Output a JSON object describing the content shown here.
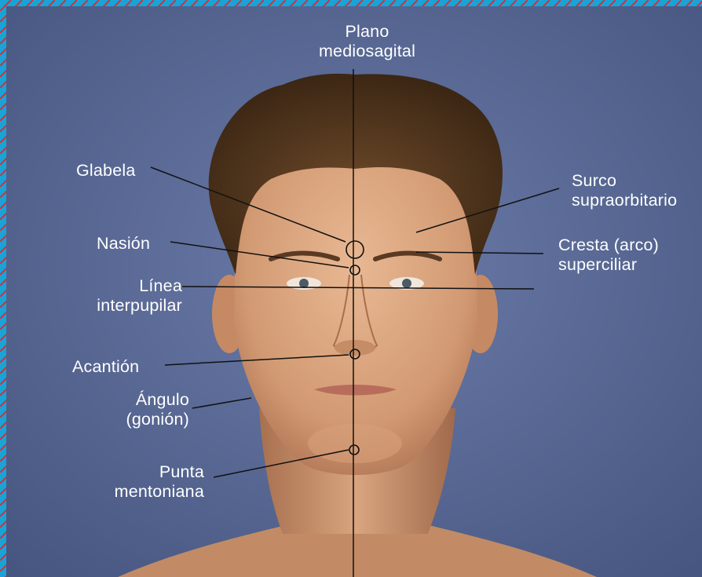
{
  "labels": {
    "plano": [
      "Plano",
      "mediosagital"
    ],
    "glabela": "Glabela",
    "nasion": "Nasión",
    "linea": [
      "Línea",
      "interpupilar"
    ],
    "acantion": "Acantión",
    "angulo": [
      "Ángulo",
      "(gonión)"
    ],
    "punta": [
      "Punta",
      "mentoniana"
    ],
    "surco": [
      "Surco",
      "supraorbitario"
    ],
    "cresta": [
      "Cresta (arco)",
      "superciliar"
    ]
  },
  "colors": {
    "background": "#5b6b9a",
    "label_text": "#ffffff",
    "leader_lines": "#111111",
    "frame_border": "#d0303a",
    "frame_pattern": "#1aa3d6",
    "hair": "#5a3a20",
    "skin": "#d9a27c"
  }
}
